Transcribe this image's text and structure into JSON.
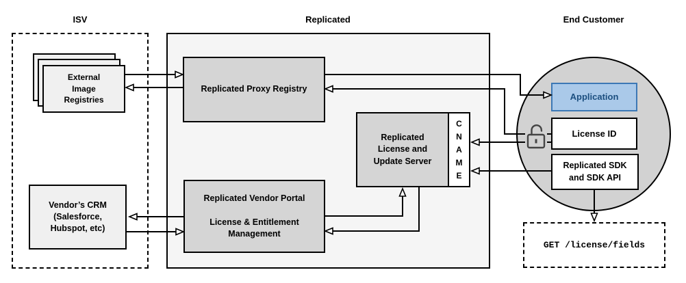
{
  "headers": {
    "isv": "ISV",
    "replicated": "Replicated",
    "end_customer": "End Customer"
  },
  "nodes": {
    "registries": {
      "label": "External\nImage\nRegistries"
    },
    "crm": {
      "label": "Vendor’s CRM\n(Salesforce,\nHubspot, etc)"
    },
    "proxy": {
      "label": "Replicated Proxy Registry"
    },
    "license_server": {
      "label": "Replicated\nLicense and\nUpdate Server"
    },
    "cname": {
      "label": "C\nN\nA\nM\nE"
    },
    "portal": {
      "label": "Replicated Vendor Portal\n\nLicense & Entitlement\nManagement"
    },
    "application": {
      "label": "Application"
    },
    "license_id": {
      "label": "License ID"
    },
    "sdk": {
      "label": "Replicated SDK\nand SDK API"
    },
    "get_request": {
      "label": "GET /license/fields"
    }
  },
  "icons": {
    "lock": "unlock-icon"
  },
  "colors": {
    "inner_box_gray": "#d5d5d5",
    "container_gray": "#f5f5f5",
    "light_box_gray": "#f0f0f0",
    "circle_gray": "#d2d2d2",
    "application_fill": "#aac9e9",
    "application_border": "#3c78b5",
    "application_text": "#1b4e7f",
    "line_color": "#000000",
    "lock_color": "#444444"
  }
}
